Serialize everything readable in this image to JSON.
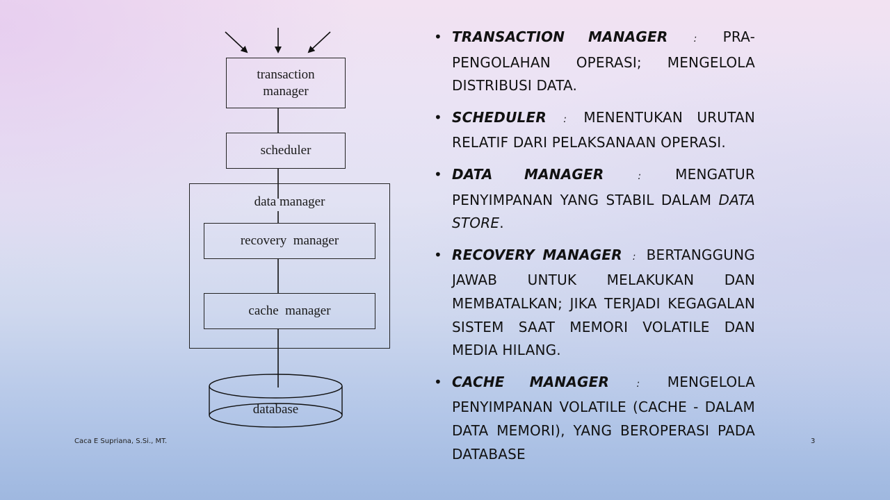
{
  "diagram": {
    "transaction_manager_line1": "transaction",
    "transaction_manager_line2": "manager",
    "scheduler": "scheduler",
    "data_manager": "data manager",
    "recovery_manager": "recovery  manager",
    "cache_manager": "cache  manager",
    "database": "database"
  },
  "bullets": [
    {
      "term": "Transaction manager",
      "sep": ":",
      "text": "pra-pengolahan operasi; mengelola distribusi data."
    },
    {
      "term": "Scheduler",
      "sep": ":",
      "text": "menentukan urutan relatif dari pelaksanaan operasi."
    },
    {
      "term": "Data manager",
      "sep": ":",
      "text": "mengatur penyimpanan yang stabil dalam",
      "text_italic": "data store",
      "text_end": "."
    },
    {
      "term": "Recovery manager",
      "sep": ":",
      "text": "bertanggung jawab untuk melakukan dan membatalkan; jika terjadi kegagalan sistem saat memori volatile dan media hilang."
    },
    {
      "term": "Cache manager",
      "sep": ":",
      "text": "mengelola penyimpanan volatile (cache - dalam data memori), yang beroperasi pada database"
    }
  ],
  "footer": {
    "author": "Caca E Supriana, S.Si., MT.",
    "page_number": "3"
  }
}
